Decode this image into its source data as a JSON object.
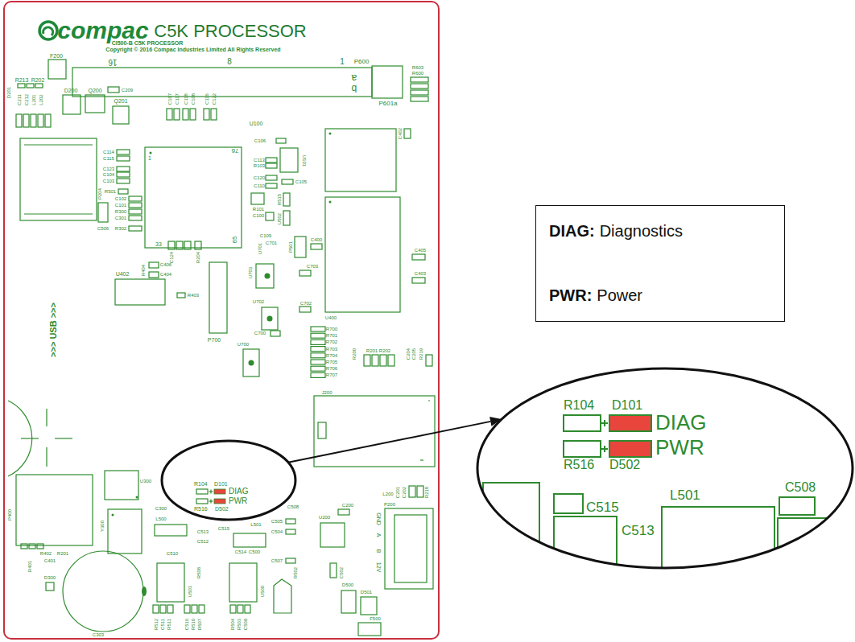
{
  "diagram": {
    "title": "C5K PROCESSOR",
    "nodes": [
      {
        "text": [
          "R104",
          "D101",
          "DIAG",
          "PWR",
          "R516",
          "D502"
        ]
      },
      {
        "text": [
          "R104",
          "D101",
          "DIAG",
          "PWR",
          "R516",
          "D502",
          "C508",
          "C515",
          "L501",
          "C513"
        ]
      },
      {
        "text": [
          "DIAG:",
          "Diagnostics",
          "PWR:",
          "Power"
        ]
      }
    ],
    "edges": [
      {
        "from": 0,
        "to": 1,
        "arrow": "to"
      }
    ],
    "labels": [
      "compac",
      "CI500-B C5K PROCESSOR",
      "Copyright © 2016 Compac Industries Limited All Rights Reserved",
      "16",
      "8",
      "1",
      "P600",
      "a",
      "b",
      "P601a",
      "R603",
      "R600",
      "F200",
      "R213",
      "R202",
      "D201",
      "C211",
      "C212",
      "L201",
      "L202",
      "D200",
      "Q200",
      "C209",
      "Q201",
      "C107",
      "C117",
      "C118",
      "C108",
      "C116",
      "C122",
      "U100",
      "76",
      "1",
      "65",
      "33",
      "C106",
      "U101",
      "C113",
      "R103",
      "C120",
      "C105",
      "C110",
      "R101",
      "C100",
      "R515",
      "U502",
      "C109",
      "P204",
      "C114",
      "C115",
      "C123",
      "C104",
      "C103",
      "R501",
      "C102",
      "C101",
      "R300",
      "C301",
      "R302",
      "C506",
      "U402",
      "R404",
      "C406",
      "C404",
      "R403",
      "C124",
      "R204",
      "P700",
      "C400",
      "C405",
      "C403",
      "C701",
      "P501",
      "C703",
      "C702",
      "U701",
      "U703",
      "U702",
      "U700",
      "C700",
      "U400",
      "C402",
      ">>> USB >>>",
      "R700",
      "R701",
      "R702",
      "R703",
      "R704",
      "R705",
      "R706",
      "R707",
      "R200",
      "R201",
      "R202",
      "C204",
      "C205",
      "R219",
      "J200",
      "P400",
      "U300",
      "C300",
      "Y300",
      "R402",
      "R201",
      "R401",
      "C401",
      "D300",
      "C303",
      "L500",
      "C515",
      "L501",
      "C508",
      "C505",
      "C504",
      "C513",
      "C512",
      "C510",
      "C514",
      "C500",
      "C507",
      "R502",
      "C502",
      "D500",
      "D501",
      "F500",
      "C200",
      "U200",
      "GND",
      "A",
      "B",
      "12V",
      "P200",
      "L200",
      "C201",
      "C202",
      "R218",
      "U501",
      "U500",
      "R508",
      "R512",
      "C511",
      "R511",
      "C516",
      "R510",
      "R507",
      "R504",
      "R503",
      "C509"
    ]
  }
}
